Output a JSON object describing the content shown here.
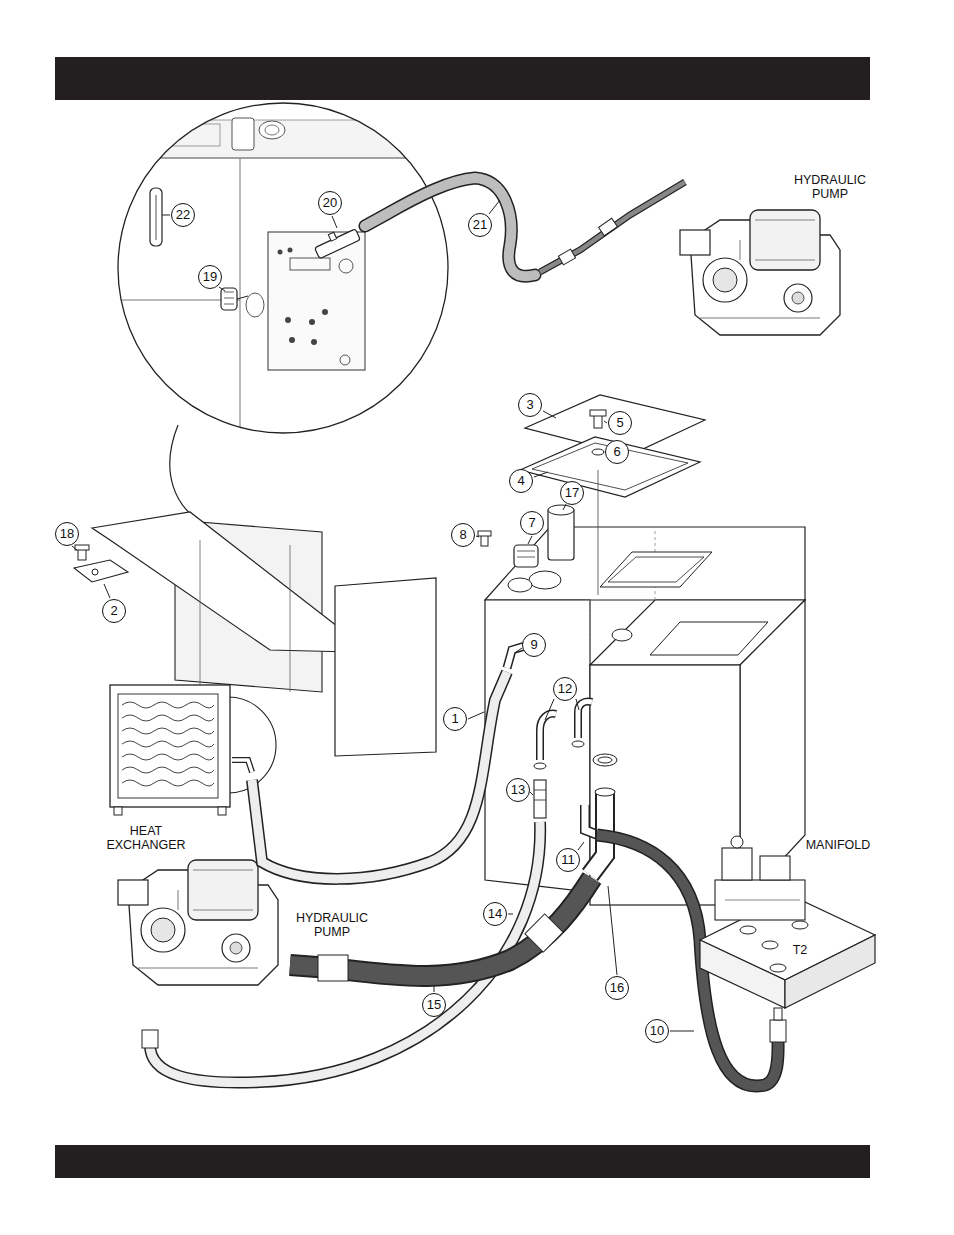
{
  "diagram": {
    "labels": [
      "HYDRAULIC PUMP",
      "22",
      "20",
      "21",
      "19",
      "3",
      "5",
      "6",
      "4",
      "8",
      "7",
      "17",
      "18",
      "2",
      "9",
      "1",
      "12",
      "13",
      "HEAT EXCHANGER",
      "11",
      "MANIFOLD",
      "14",
      "HYDRAULIC PUMP",
      "16",
      "15",
      "10",
      "T2"
    ]
  }
}
